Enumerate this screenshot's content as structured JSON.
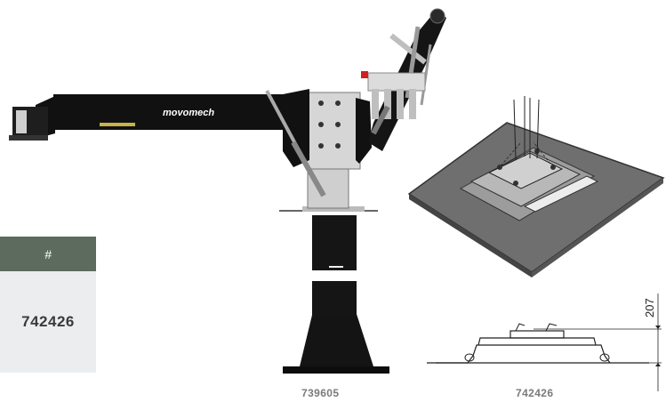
{
  "table": {
    "header": "#",
    "value": "742426"
  },
  "figures": {
    "manipulator_code": "739605",
    "plate_code": "742426",
    "brand_text": "movomech",
    "dimension_label": "207"
  },
  "colors": {
    "table_header_bg": "#5d6b5e",
    "table_cell_bg": "#ecedef",
    "arm_black": "#111111",
    "plate_gray": "#6f6f6f"
  }
}
